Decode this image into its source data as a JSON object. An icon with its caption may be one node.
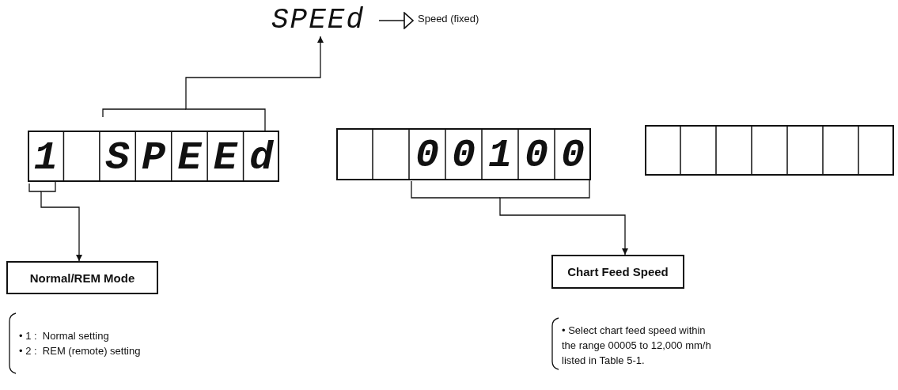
{
  "diagram": {
    "nodes": [
      {
        "text": [
          "SPEEd"
        ]
      },
      {
        "text": [
          "Speed (fixed)"
        ]
      },
      {
        "text": [
          "1",
          "SPEEd"
        ]
      },
      {
        "text": [
          "00100"
        ]
      },
      {
        "text": [],
        "shape": "box"
      },
      {
        "text": [
          "Normal/REM Mode"
        ]
      },
      {
        "text": [
          "Chart Feed Speed"
        ]
      }
    ],
    "edges": [
      {
        "from": 0,
        "to": 1,
        "arrow": "to"
      },
      {
        "from": 2,
        "to": 0,
        "arrow": "to"
      },
      {
        "from": 2,
        "to": 5,
        "arrow": "to"
      },
      {
        "from": 3,
        "to": 6,
        "arrow": "to"
      }
    ],
    "labels": [
      "• 1 :  Normal setting",
      "• 2 :  REM (remote) setting",
      "• Select chart feed speed within the range 00005 to 12,000 mm/h listed in Table 5-1."
    ]
  }
}
